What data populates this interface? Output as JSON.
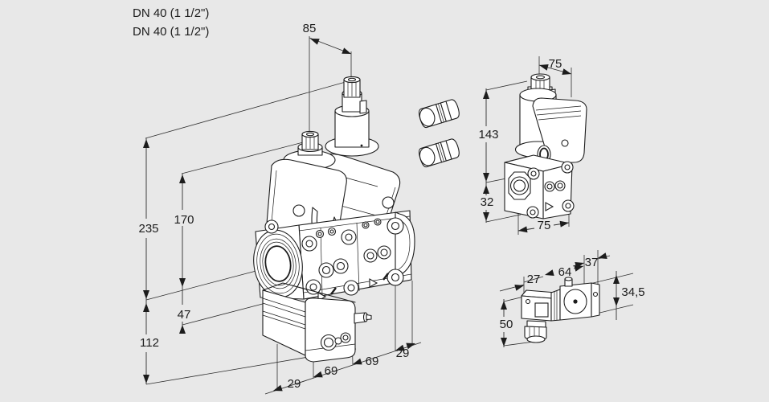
{
  "diagram": {
    "background": "#e8e8e8",
    "ink": "#1c1c1c",
    "annotations": {
      "dn_line1": "DN 40 (1 1/2\")",
      "dn_line2": "DN 40 (1 1/2\")"
    },
    "main_valve": {
      "dim_axis_spacing": "85",
      "dim_height_total": "235",
      "dim_height_to_axis": "170",
      "dim_axis_to_base": "47",
      "dim_base_height": "112",
      "dim_bottom_outer_left": "29",
      "dim_bottom_inner_left": "69",
      "dim_bottom_inner_right": "69",
      "dim_bottom_outer_right": "29"
    },
    "single_valve": {
      "dim_top_width": "75",
      "dim_height_upper": "143",
      "dim_height_lower": "32",
      "dim_bottom_width": "75"
    },
    "accessory": {
      "dim_front_offset": "27",
      "dim_body_length": "64",
      "dim_end_width": "37",
      "dim_height_right": "34,5",
      "dim_height_left": "50"
    }
  }
}
